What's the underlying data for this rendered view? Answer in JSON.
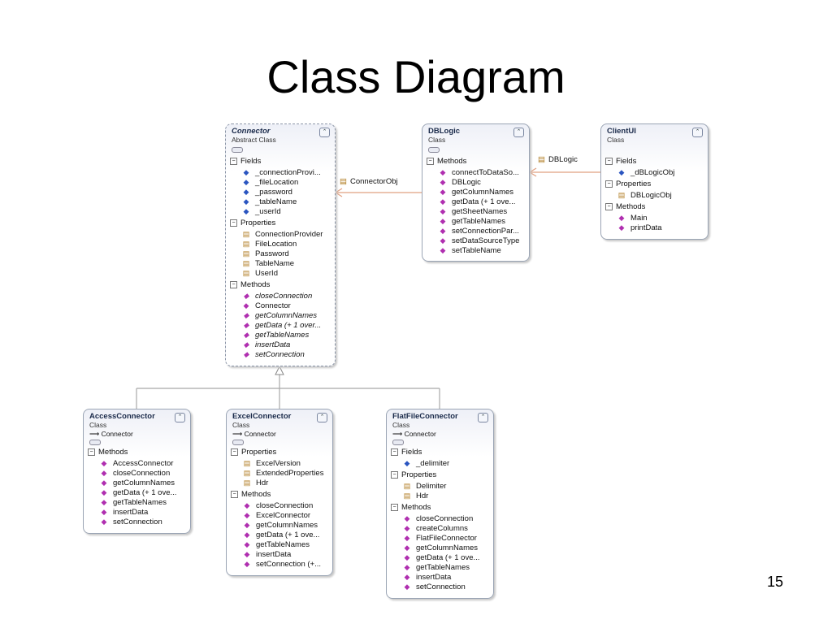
{
  "slide": {
    "title": "Class Diagram",
    "page_number": "15"
  },
  "classes": {
    "connector": {
      "name": "Connector",
      "type": "Abstract Class",
      "fields_label": "Fields",
      "fields": [
        "_connectionProvi...",
        "_fileLocation",
        "_password",
        "_tableName",
        "_userId"
      ],
      "properties_label": "Properties",
      "properties": [
        "ConnectionProvider",
        "FileLocation",
        "Password",
        "TableName",
        "UserId"
      ],
      "methods_label": "Methods",
      "methods": [
        "closeConnection",
        "Connector",
        "getColumnNames",
        "getData (+ 1 over...",
        "getTableNames",
        "insertData",
        "setConnection"
      ]
    },
    "dblogic": {
      "name": "DBLogic",
      "type": "Class",
      "methods_label": "Methods",
      "methods": [
        "connectToDataSo...",
        "DBLogic",
        "getColumnNames",
        "getData (+ 1 ove...",
        "getSheetNames",
        "getTableNames",
        "setConnectionPar...",
        "setDataSourceType",
        "setTableName"
      ]
    },
    "clientui": {
      "name": "ClientUI",
      "type": "Class",
      "fields_label": "Fields",
      "fields": [
        "_dBLogicObj"
      ],
      "properties_label": "Properties",
      "properties": [
        "DBLogicObj"
      ],
      "methods_label": "Methods",
      "methods": [
        "Main",
        "printData"
      ]
    },
    "access": {
      "name": "AccessConnector",
      "type": "Class",
      "inherits": "Connector",
      "methods_label": "Methods",
      "methods": [
        "AccessConnector",
        "closeConnection",
        "getColumnNames",
        "getData (+ 1 ove...",
        "getTableNames",
        "insertData",
        "setConnection"
      ]
    },
    "excel": {
      "name": "ExcelConnector",
      "type": "Class",
      "inherits": "Connector",
      "properties_label": "Properties",
      "properties": [
        "ExcelVersion",
        "ExtendedProperties",
        "Hdr"
      ],
      "methods_label": "Methods",
      "methods": [
        "closeConnection",
        "ExcelConnector",
        "getColumnNames",
        "getData (+ 1 ove...",
        "getTableNames",
        "insertData",
        "setConnection (+..."
      ]
    },
    "flatfile": {
      "name": "FlatFileConnector",
      "type": "Class",
      "inherits": "Connector",
      "fields_label": "Fields",
      "fields": [
        "_delimiter"
      ],
      "properties_label": "Properties",
      "properties": [
        "Delimiter",
        "Hdr"
      ],
      "methods_label": "Methods",
      "methods": [
        "closeConnection",
        "createColumns",
        "FlatFileConnector",
        "getColumnNames",
        "getData (+ 1 ove...",
        "getTableNames",
        "insertData",
        "setConnection"
      ]
    }
  },
  "associations": {
    "connector_obj": "ConnectorObj",
    "dblogic": "DBLogic"
  },
  "icons": {
    "field": "field-icon",
    "property": "property-icon",
    "method": "method-icon",
    "collapse": "collapse-icon"
  },
  "colors": {
    "box_border": "#9aa4b4",
    "header_fill": "#eef0f7",
    "line": "#a8a8a8",
    "assoc_arrow": "#e0a080"
  }
}
